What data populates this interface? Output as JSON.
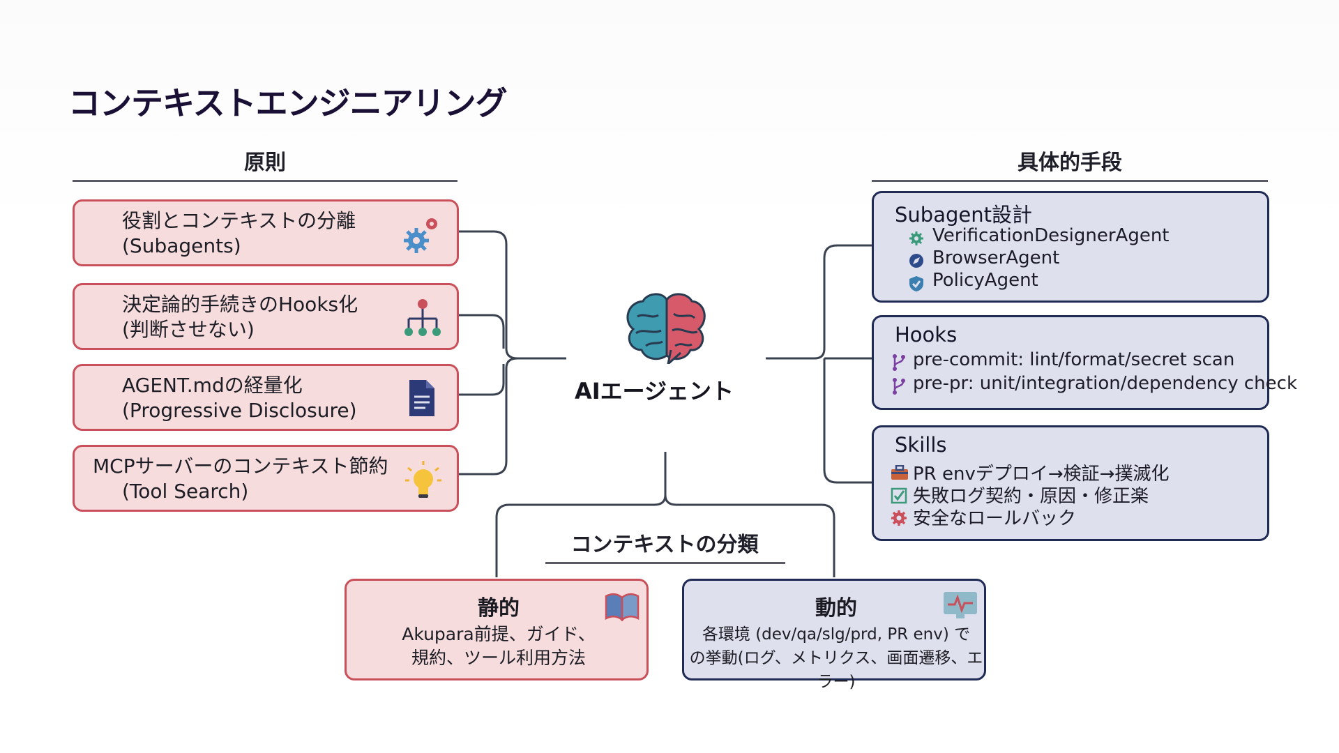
{
  "title": "コンテキストエンジニアリング",
  "principles": {
    "heading": "原則",
    "items": [
      {
        "line1": "役割とコンテキストの分離",
        "line2": "(Subagents)",
        "icon": "gears-icon"
      },
      {
        "line1": "決定論的手続きのHooks化",
        "line2": "(判断させない)",
        "icon": "hierarchy-icon"
      },
      {
        "line1": "AGENT.mdの経量化",
        "line2": "(Progressive Disclosure)",
        "icon": "document-icon"
      },
      {
        "line1": "MCPサーバーのコンテキスト節約",
        "line2": "(Tool Search)",
        "icon": "lightbulb-icon"
      }
    ]
  },
  "center": {
    "label": "AIエージェント",
    "icon": "brain-icon"
  },
  "means": {
    "heading": "具体的手段",
    "subagent": {
      "title": "Subagent設計",
      "items": [
        {
          "text": "VerificationDesignerAgent",
          "icon": "gear-icon"
        },
        {
          "text": "BrowserAgent",
          "icon": "compass-icon"
        },
        {
          "text": "PolicyAgent",
          "icon": "shield-check-icon"
        }
      ]
    },
    "hooks": {
      "title": "Hooks",
      "items": [
        {
          "text": "pre-commit: lint/format/secret scan",
          "icon": "git-branch-icon"
        },
        {
          "text": "pre-pr: unit/integration/dependency check",
          "icon": "git-branch-icon"
        }
      ]
    },
    "skills": {
      "title": "Skills",
      "items": [
        {
          "text": "PR envデプロイ→検証→撲滅化",
          "icon": "briefcase-icon"
        },
        {
          "text": "失敗ログ契約・原因・修正楽",
          "icon": "checkbox-icon"
        },
        {
          "text": "安全なロールバック",
          "icon": "gear-icon"
        }
      ]
    }
  },
  "classification": {
    "heading": "コンテキストの分類",
    "static": {
      "title": "静的",
      "line1": "Akupara前提、ガイド、",
      "line2": "規約、ツール利用方法",
      "icon": "book-icon"
    },
    "dynamic": {
      "title": "動的",
      "line1": "各環境 (dev/qa/slg/prd, PR env) で",
      "line2": "の挙動(ログ、メトリクス、画面遷移、エラー)",
      "icon": "monitor-pulse-icon"
    }
  },
  "colors": {
    "pink_fill": "#f6dcdc",
    "pink_border": "#c94f5a",
    "blue_fill": "#dfe0ee",
    "blue_border": "#1f2a55",
    "title": "#1a1036",
    "connector": "#3a4250"
  }
}
